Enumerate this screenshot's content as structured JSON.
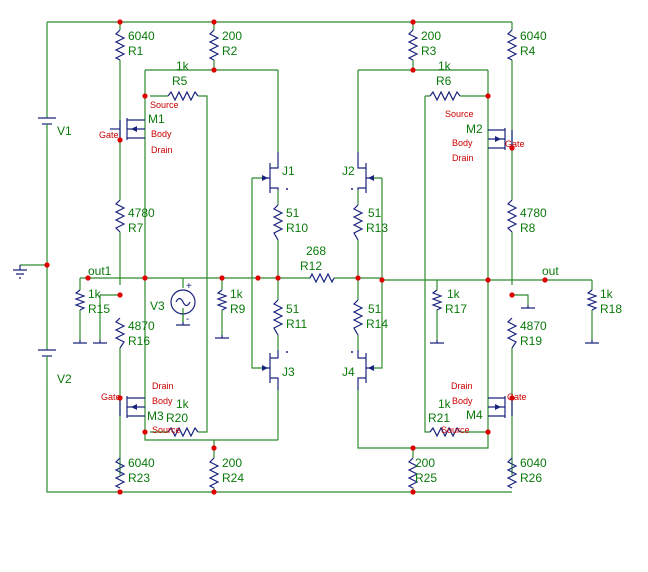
{
  "resistors": {
    "R1": {
      "name": "R1",
      "value": "6040"
    },
    "R2": {
      "name": "R2",
      "value": "200"
    },
    "R3": {
      "name": "R3",
      "value": "200"
    },
    "R4": {
      "name": "R4",
      "value": "6040"
    },
    "R5": {
      "name": "R5",
      "value": "1k"
    },
    "R6": {
      "name": "R6",
      "value": "1k"
    },
    "R7": {
      "name": "R7",
      "value": "4780"
    },
    "R8": {
      "name": "R8",
      "value": "4780"
    },
    "R9": {
      "name": "R9",
      "value": "1k"
    },
    "R10": {
      "name": "R10",
      "value": "51"
    },
    "R11": {
      "name": "R11",
      "value": "51"
    },
    "R12": {
      "name": "R12",
      "value": "268"
    },
    "R13": {
      "name": "R13",
      "value": "51"
    },
    "R14": {
      "name": "R14",
      "value": "51"
    },
    "R15": {
      "name": "R15",
      "value": "1k"
    },
    "R16": {
      "name": "R16",
      "value": "4870"
    },
    "R17": {
      "name": "R17",
      "value": "1k"
    },
    "R18": {
      "name": "R18",
      "value": "1k"
    },
    "R19": {
      "name": "R19",
      "value": "4870"
    },
    "R20": {
      "name": "R20",
      "value": "1k"
    },
    "R21": {
      "name": "R21",
      "value": "1k"
    },
    "R23": {
      "name": "R23",
      "value": "6040"
    },
    "R24": {
      "name": "R24",
      "value": "200"
    },
    "R25": {
      "name": "R25",
      "value": "200"
    },
    "R26": {
      "name": "R26",
      "value": "6040"
    }
  },
  "sources": {
    "V1": "V1",
    "V2": "V2",
    "V3": "V3"
  },
  "mosfets": {
    "M1": "M1",
    "M2": "M2",
    "M3": "M3",
    "M4": "M4"
  },
  "jfets": {
    "J1": "J1",
    "J2": "J2",
    "J3": "J3",
    "J4": "J4"
  },
  "nets": {
    "out1": "out1",
    "out": "out"
  },
  "pins": {
    "gate": "Gate",
    "source": "Source",
    "body": "Body",
    "drain": "Drain"
  },
  "source_marks": {
    "plus": "+",
    "minus": "-"
  },
  "colors": {
    "wire": "#2e8b2e",
    "component": "#1a237e",
    "node": "#e00000",
    "label": "#0a7a0a",
    "pin_label": "#cc0000"
  }
}
